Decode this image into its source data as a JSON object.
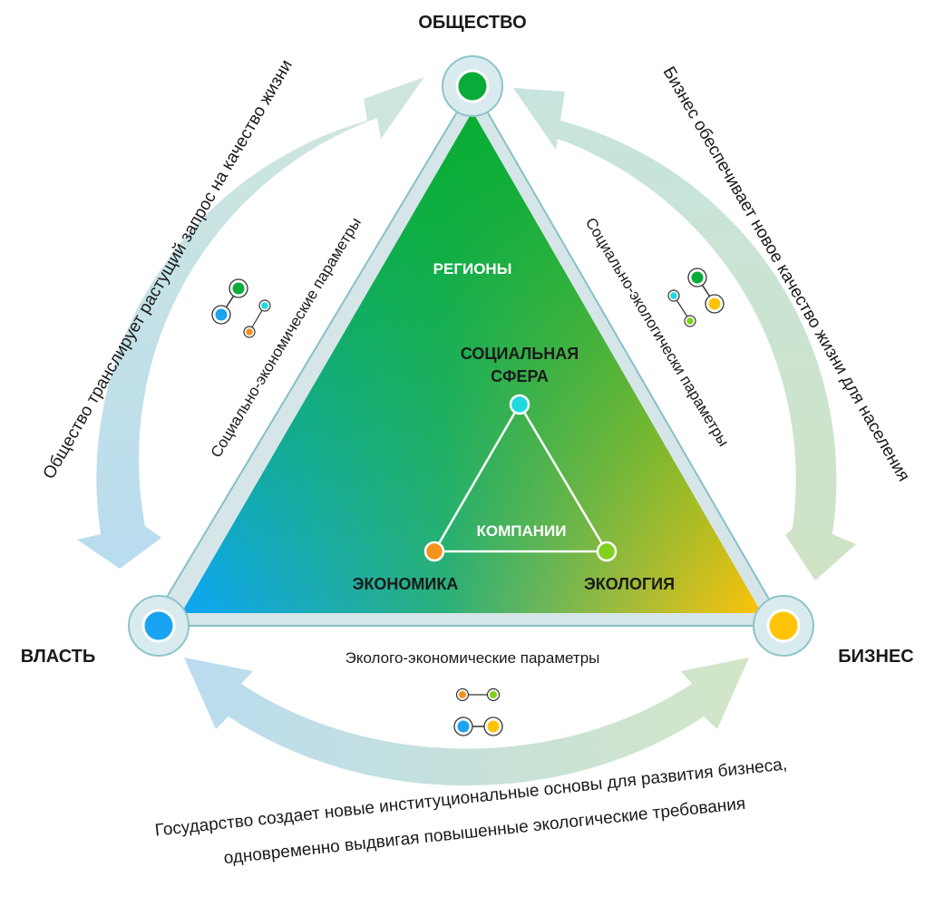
{
  "nodes": {
    "society": "ОБЩЕСТВО",
    "power": "ВЛАСТЬ",
    "business": "БИЗНЕС"
  },
  "inner": {
    "regions": "РЕГИОНЫ",
    "social_line1": "СОЦИАЛЬНАЯ",
    "social_line2": "СФЕРА",
    "companies": "КОМПАНИИ",
    "economy": "ЭКОНОМИКА",
    "ecology": "ЭКОЛОГИЯ"
  },
  "edges": {
    "left": "Социально-экономические параметры",
    "right": "Социально-экологически параметры",
    "bottom": "Эколого-экономические параметры"
  },
  "arcs": {
    "left": "Общество транслирует растущий запрос на качество жизни",
    "right": "Бизнес обеспечивает новое качество жизни для населения",
    "bottom_line1": "Государство создает новые институциональные основы для развития бизнеса,",
    "bottom_line2": "одновременно выдвигая повышенные экологические требования"
  },
  "colors": {
    "society_green": "#0bab3a",
    "power_blue": "#1aa3f0",
    "business_yellow": "#ffc40a",
    "social_cyan": "#1fd8e0",
    "economy_orange": "#f5921e",
    "ecology_lime": "#7fd11c",
    "arrow_blue": "#b9dcee",
    "arrow_green": "#cce2c6"
  }
}
